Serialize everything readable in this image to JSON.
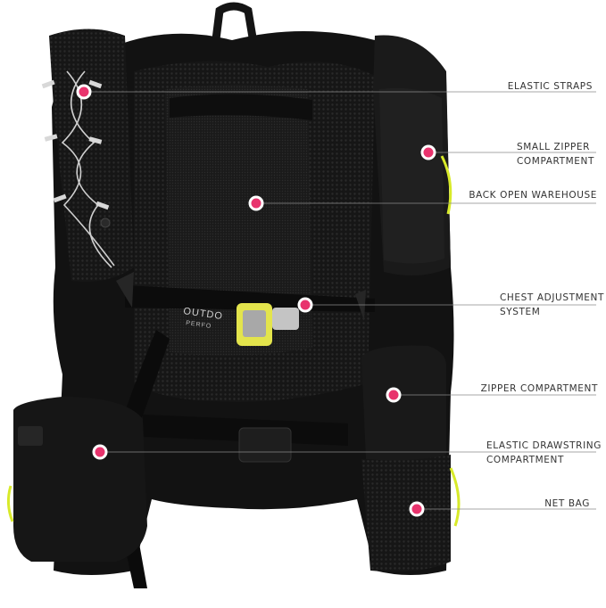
{
  "colors": {
    "background": "#ffffff",
    "backpack": "#121212",
    "mesh": "#1c1c1c",
    "accent_dot": "#e8336d",
    "accent_yellow": "#d8ea2a",
    "leader_line": "#8a8a8a"
  },
  "labels": {
    "elastic_straps": "ELASTIC STRAPS",
    "small_zipper_1": "SMALL ZIPPER",
    "small_zipper_2": "COMPARTMENT",
    "back_open": "BACK OPEN WAREHOUSE",
    "chest_adj_1": "CHEST ADJUSTMENT",
    "chest_adj_2": "SYSTEM",
    "zipper_comp": "ZIPPER COMPARTMENT",
    "drawstring_1": "ELASTIC DRAWSTRING",
    "drawstring_2": "COMPARTMENT",
    "net_bag": "NET BAG"
  },
  "logo_text": [
    "OUTDO",
    "PERFO"
  ]
}
